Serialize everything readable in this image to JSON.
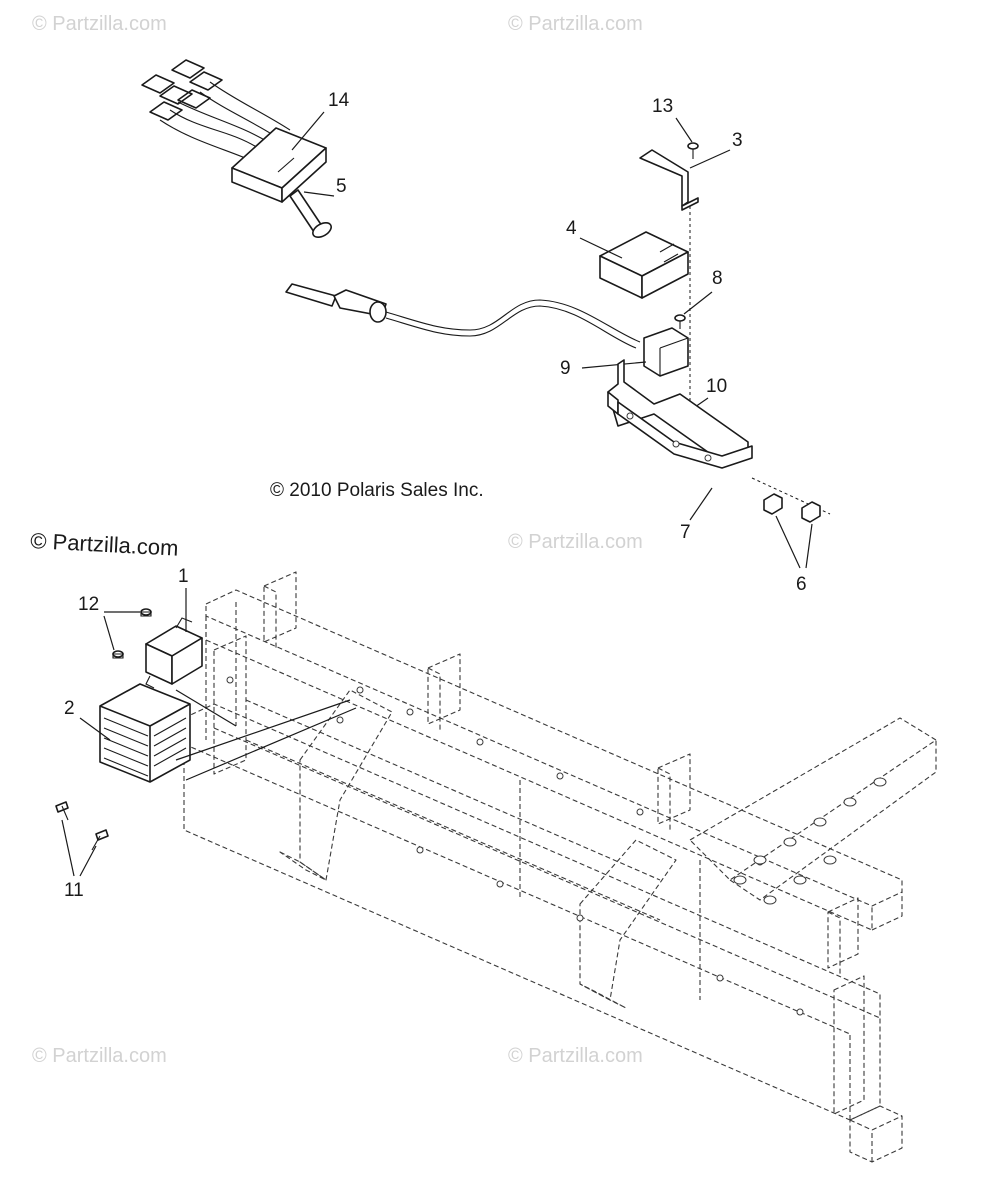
{
  "watermarks": [
    "© Partzilla.com",
    "© Partzilla.com",
    "© Partzilla.com",
    "© Partzilla.com",
    "© Partzilla.com"
  ],
  "copyright": "© 2010 Polaris Sales Inc.",
  "brand_mark": "© Partzilla.com",
  "callouts": {
    "c1": "1",
    "c2": "2",
    "c3": "3",
    "c4": "4",
    "c5": "5",
    "c6": "6",
    "c7": "7",
    "c8": "8",
    "c9": "9",
    "c10": "10",
    "c11": "11",
    "c12": "12",
    "c13": "13",
    "c14": "14"
  }
}
